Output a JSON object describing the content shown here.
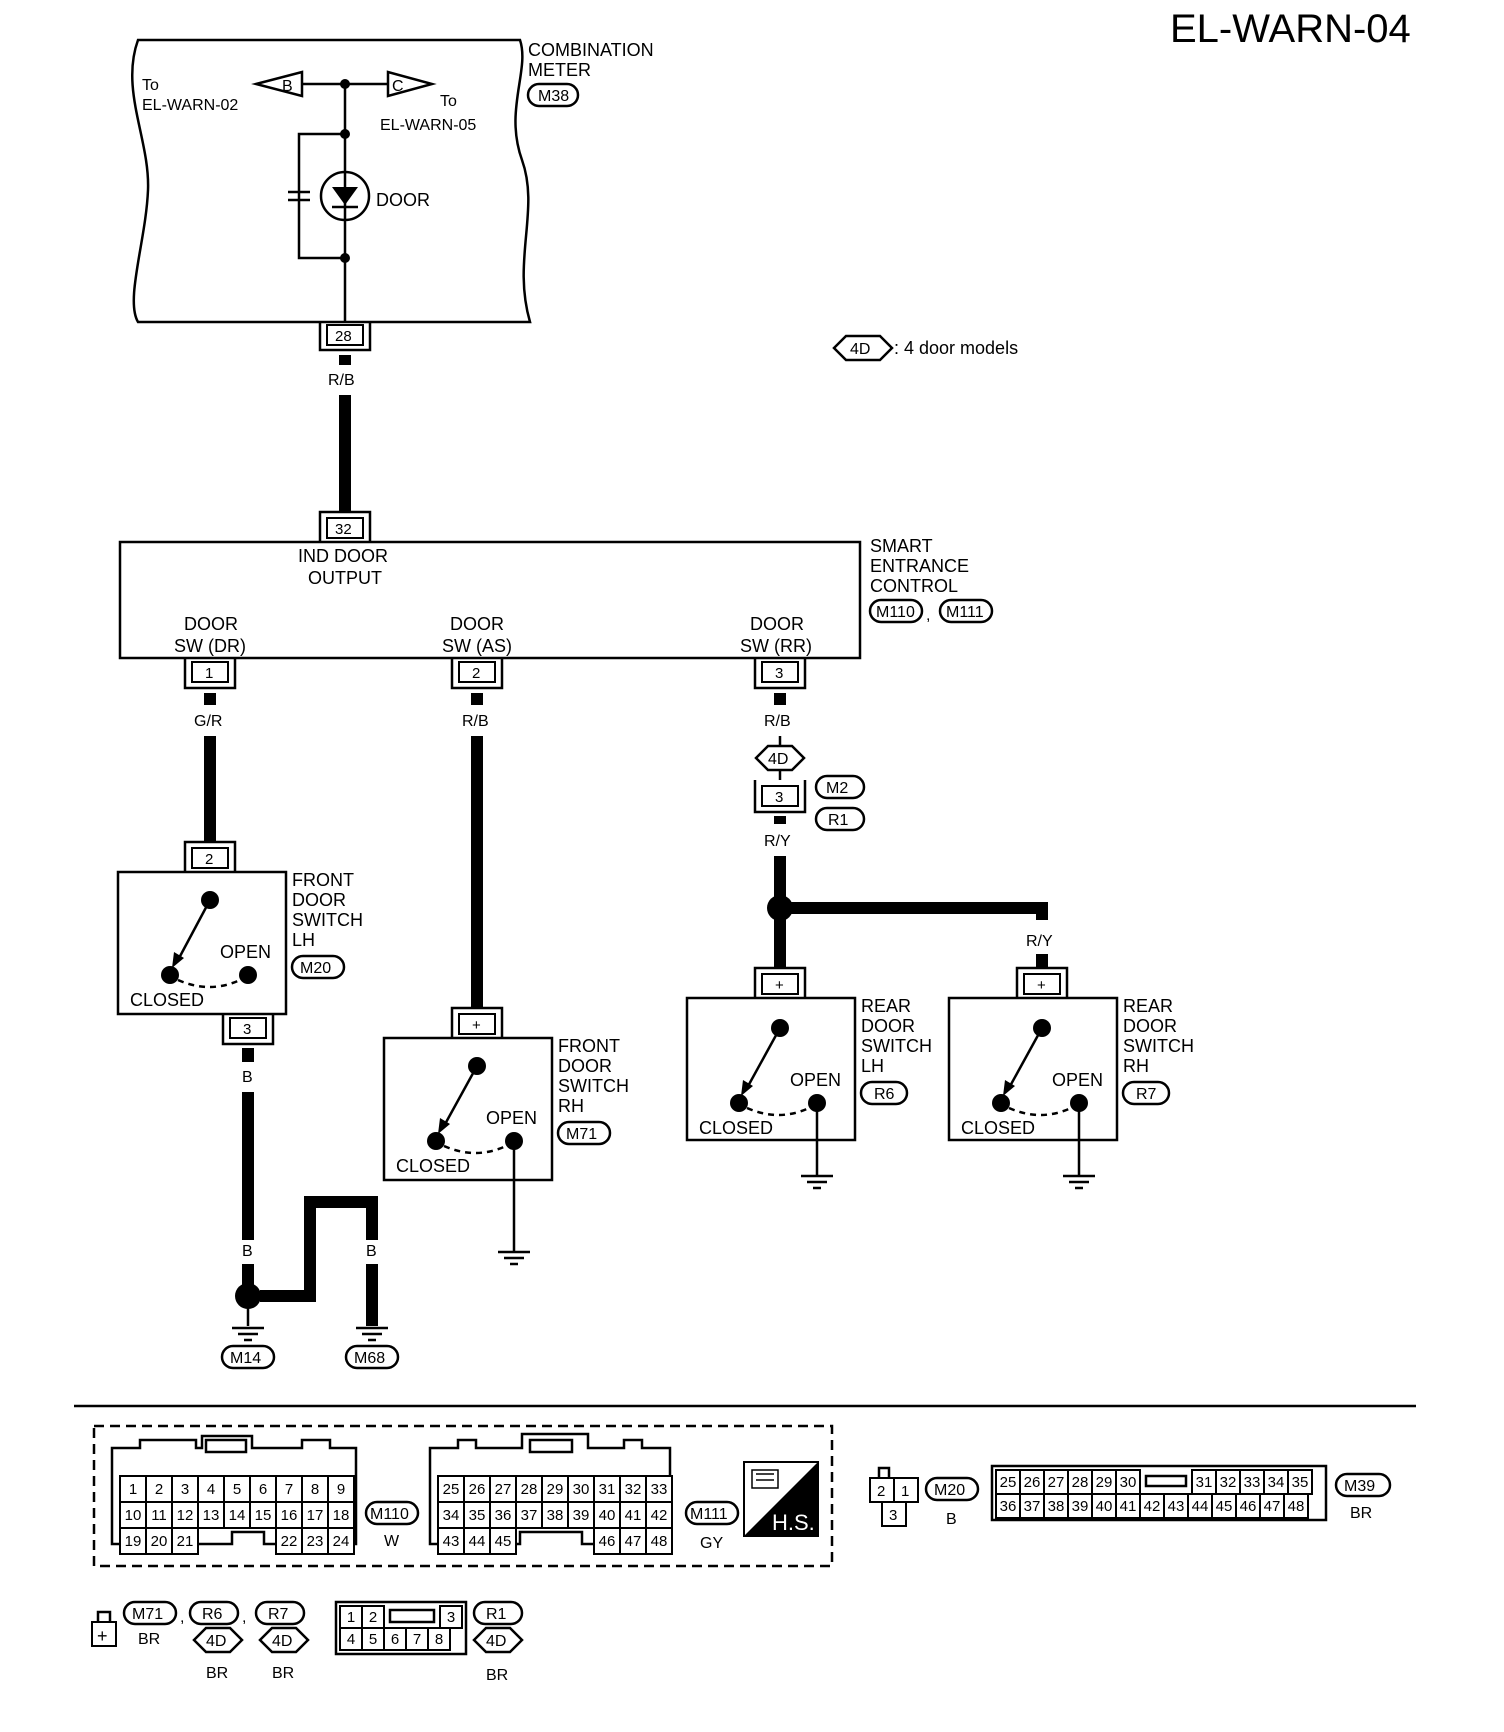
{
  "title": "EL-WARN-04",
  "legend": {
    "badge": "4D",
    "text": ": 4 door models"
  },
  "combination_meter": {
    "line1": "COMBINATION",
    "line2": "METER",
    "conn": "M38",
    "to_left_a": "To",
    "to_left_b": "EL-WARN-02",
    "arrow_b": "B",
    "arrow_c": "C",
    "to_right_a": "To",
    "to_right_b": "EL-WARN-05",
    "lamp": "DOOR",
    "pin": "28"
  },
  "wire_meter_sec": "R/B",
  "sec": {
    "line1": "SMART",
    "line2": "ENTRANCE",
    "line3": "CONTROL",
    "conn1": "M110",
    "sep": ",",
    "conn2": "M111",
    "pin_top": "32",
    "ind1": "IND DOOR",
    "ind2": "OUTPUT",
    "dr1": "DOOR",
    "dr2": "SW (DR)",
    "dr_pin": "1",
    "as1": "DOOR",
    "as2": "SW (AS)",
    "as_pin": "2",
    "rr1": "DOOR",
    "rr2": "SW (RR)",
    "rr_pin": "3"
  },
  "wires": {
    "dr": "G/R",
    "as": "R/B",
    "rr": "R/B",
    "rr2": "R/Y",
    "rr3": "R/Y",
    "b1": "B",
    "b2": "B",
    "b3": "B",
    "b4": "B"
  },
  "joint": {
    "badge": "4D",
    "pin": "3",
    "conn1": "M2",
    "conn2": "R1"
  },
  "front_lh": {
    "l1": "FRONT",
    "l2": "DOOR",
    "l3": "SWITCH",
    "l4": "LH",
    "conn": "M20",
    "pin_top": "2",
    "pin_bot": "3",
    "open": "OPEN",
    "closed": "CLOSED"
  },
  "front_rh": {
    "l1": "FRONT",
    "l2": "DOOR",
    "l3": "SWITCH",
    "l4": "RH",
    "conn": "M71",
    "pin": "+",
    "open": "OPEN",
    "closed": "CLOSED"
  },
  "rear_lh": {
    "l1": "REAR",
    "l2": "DOOR",
    "l3": "SWITCH",
    "l4": "LH",
    "conn": "R6",
    "pin": "+",
    "open": "OPEN",
    "closed": "CLOSED"
  },
  "rear_rh": {
    "l1": "REAR",
    "l2": "DOOR",
    "l3": "SWITCH",
    "l4": "RH",
    "conn": "R7",
    "pin": "+",
    "open": "OPEN",
    "closed": "CLOSED"
  },
  "grounds": {
    "g1": "M14",
    "g2": "M68"
  },
  "connectors": {
    "m110": {
      "name": "M110",
      "color": "W",
      "rows": [
        [
          "1",
          "2",
          "3",
          "4",
          "5",
          "6",
          "7",
          "8",
          "9"
        ],
        [
          "10",
          "11",
          "12",
          "13",
          "14",
          "15",
          "16",
          "17",
          "18"
        ],
        [
          "19",
          "20",
          "21",
          "22",
          "23",
          "24"
        ]
      ]
    },
    "m111": {
      "name": "M111",
      "color": "GY",
      "rows": [
        [
          "25",
          "26",
          "27",
          "28",
          "29",
          "30",
          "31",
          "32",
          "33"
        ],
        [
          "34",
          "35",
          "36",
          "37",
          "38",
          "39",
          "40",
          "41",
          "42"
        ],
        [
          "43",
          "44",
          "45",
          "46",
          "47",
          "48"
        ]
      ]
    },
    "hs": "H.S.",
    "m20": {
      "name": "M20",
      "color": "B",
      "pins": [
        "2",
        "1",
        "3"
      ]
    },
    "m39": {
      "name": "M39",
      "color": "BR",
      "rows": [
        [
          "25",
          "26",
          "27",
          "28",
          "29",
          "30",
          "31",
          "32",
          "33",
          "34",
          "35"
        ],
        [
          "36",
          "37",
          "38",
          "39",
          "40",
          "41",
          "42",
          "43",
          "44",
          "45",
          "46",
          "47",
          "48"
        ]
      ]
    },
    "small": {
      "c1": "M71",
      "c2": "R6",
      "c3": "R7",
      "badge": "4D",
      "color": "BR",
      "sep": ",",
      "plus": "+"
    },
    "r1": {
      "name": "R1",
      "badge": "4D",
      "color": "BR",
      "rows": [
        [
          "1",
          "2",
          "3"
        ],
        [
          "4",
          "5",
          "6",
          "7",
          "8"
        ]
      ]
    }
  }
}
